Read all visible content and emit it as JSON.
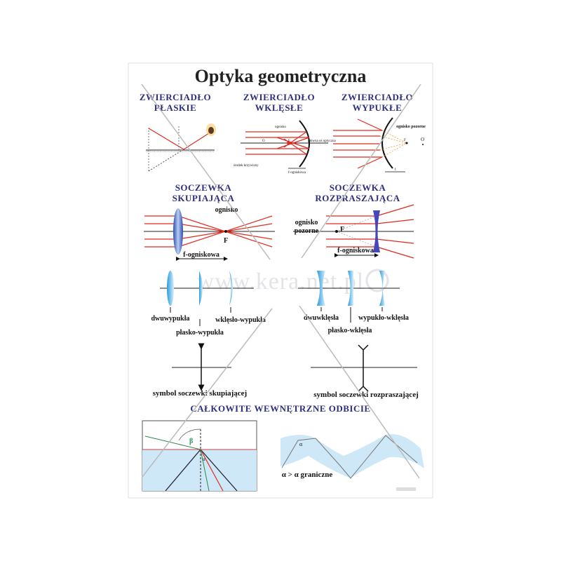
{
  "title": "Optyka geometryczna",
  "sections": {
    "plane_mirror": {
      "line1": "ZWIERCIADŁO",
      "line2": "PŁASKIE"
    },
    "concave_mirror": {
      "line1": "ZWIERCIADŁO",
      "line2": "WKLĘSŁE",
      "focus": "ognisko",
      "axis": "główna oś optyczna",
      "center": "środek krzywizny",
      "focal": "f-ogniskowa",
      "O": "O",
      "F": "F"
    },
    "convex_mirror": {
      "line1": "ZWIERCIADŁO",
      "line2": "WYPUKŁE",
      "focus": "ognisko pozorne",
      "F": "F",
      "O": "O",
      "f": "f"
    },
    "converging_lens": {
      "line1": "SOCZEWKA",
      "line2": "SKUPIAJĄCA",
      "focus": "ognisko",
      "F": "F",
      "focal": "f-ogniskowa"
    },
    "diverging_lens": {
      "line1": "SOCZEWKA",
      "line2": "ROZPRASZAJĄCA",
      "focus1": "ognisko",
      "focus2": "pozorne",
      "F": "F",
      "focal": "f-ogniskowa"
    }
  },
  "lens_types": {
    "biconvex": "dwuwypukła",
    "concave_convex": "wklęsło-wypukła",
    "plano_convex": "płasko-wypukła",
    "biconcave": "dwuwklęsła",
    "convex_concave": "wypukło-wklęsła",
    "plano_concave": "płasko-wklęsła"
  },
  "symbols": {
    "converging": "symbol soczewki skupiającej",
    "diverging": "symbol soczewki rozpraszającej"
  },
  "tir": {
    "heading": "CAŁKOWITE WEWNĘTRZNE ODBICIE",
    "beta": "β",
    "alpha": "α",
    "condition": "α > α graniczne"
  },
  "watermark": "www.kera.net.pl",
  "colors": {
    "heading": "#2d2f7c",
    "ray": "#e02a1f",
    "water": "#cfe8f7",
    "lens": "#5b86d6"
  }
}
